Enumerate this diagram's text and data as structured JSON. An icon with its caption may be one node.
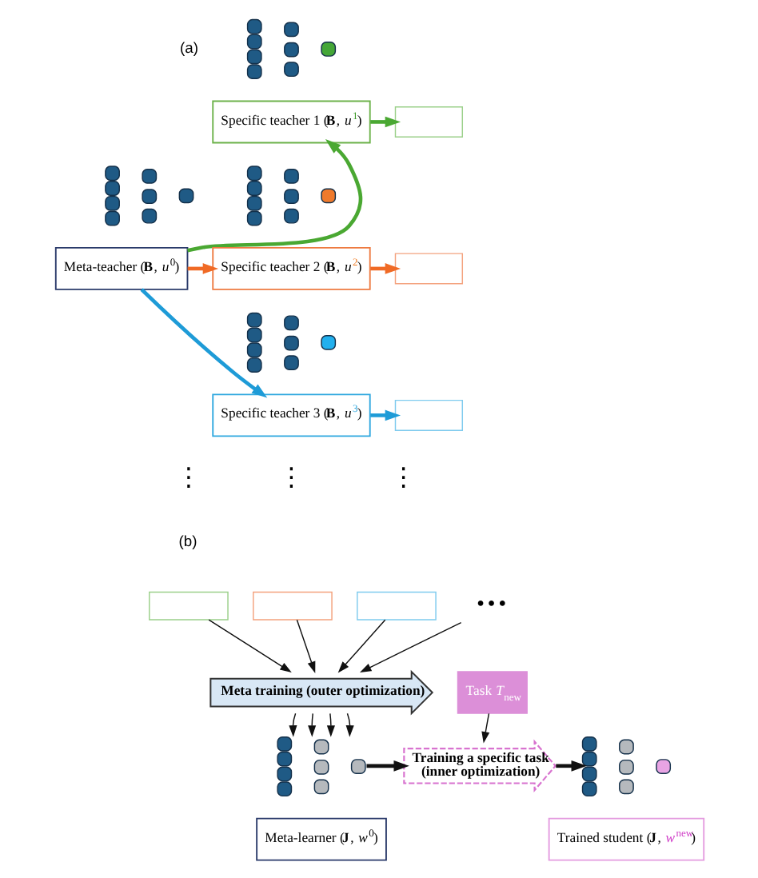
{
  "diagram": {
    "nodes": [
      {
        "text": [],
        "shape": "picture"
      },
      {
        "text": [
          "Meta-teacher (**B**, *u*$^{0}$)"
        ]
      },
      {
        "text": [],
        "shape": "picture"
      },
      {
        "text": [
          "Specific teacher 1 (**B**, *u*$^{1}$)"
        ]
      },
      {
        "text": [],
        "shape": "box"
      },
      {
        "text": [],
        "shape": "picture"
      },
      {
        "text": [
          "Specific teacher 2 (**B**, *u*$^{2}$)"
        ]
      },
      {
        "text": [],
        "shape": "box"
      },
      {
        "text": [],
        "shape": "picture"
      },
      {
        "text": [
          "Specific teacher 3 (**B**, *u*$^{3}$)"
        ]
      },
      {
        "text": [],
        "shape": "box"
      },
      {
        "text": [],
        "shape": "box"
      },
      {
        "text": [],
        "shape": "box"
      },
      {
        "text": [],
        "shape": "box"
      },
      {
        "text": [
          "•••"
        ]
      },
      {
        "text": [
          "Meta training (outer optimization)"
        ]
      },
      {
        "text": [
          "Task *T*$_{new}$"
        ]
      },
      {
        "text": [],
        "shape": "picture"
      },
      {
        "text": [
          "Training a specific task (inner optimization)"
        ]
      },
      {
        "text": [],
        "shape": "picture"
      },
      {
        "text": [
          "Meta-learner (**J**, *w*$^{0}$)"
        ]
      },
      {
        "text": [
          "Trained student (**J**, *w*$^{new}$)"
        ]
      }
    ],
    "edges": [
      {
        "from": 1,
        "to": 3,
        "arrow": "to",
        "style": "thick",
        "color": "#4aa832"
      },
      {
        "from": 1,
        "to": 6,
        "arrow": "to",
        "style": "thick",
        "color": "#f06a25"
      },
      {
        "from": 1,
        "to": 9,
        "arrow": "to",
        "style": "thick",
        "color": "#1e9bd7"
      },
      {
        "from": 3,
        "to": 4,
        "arrow": "to",
        "style": "thick",
        "color": "#4aa832"
      },
      {
        "from": 6,
        "to": 7,
        "arrow": "to",
        "style": "thick",
        "color": "#f06a25"
      },
      {
        "from": 9,
        "to": 10,
        "arrow": "to",
        "style": "thick",
        "color": "#1e9bd7"
      },
      {
        "from": 11,
        "to": 15,
        "arrow": "to"
      },
      {
        "from": 12,
        "to": 15,
        "arrow": "to"
      },
      {
        "from": 13,
        "to": 15,
        "arrow": "to"
      },
      {
        "from": 14,
        "to": 15,
        "arrow": "to"
      },
      {
        "from": 15,
        "to": 17,
        "arrow": "to"
      },
      {
        "from": 15,
        "to": 17,
        "arrow": "to"
      },
      {
        "from": 15,
        "to": 17,
        "arrow": "to"
      },
      {
        "from": 15,
        "to": 17,
        "arrow": "to"
      },
      {
        "from": 16,
        "to": 18,
        "arrow": "to"
      },
      {
        "from": 17,
        "to": 18,
        "arrow": "to",
        "style": "thick"
      },
      {
        "from": 18,
        "to": 19,
        "arrow": "to",
        "style": "thick"
      }
    ],
    "labels": [
      "(a)",
      "⋮",
      "⋮",
      "⋮",
      "(b)"
    ]
  }
}
